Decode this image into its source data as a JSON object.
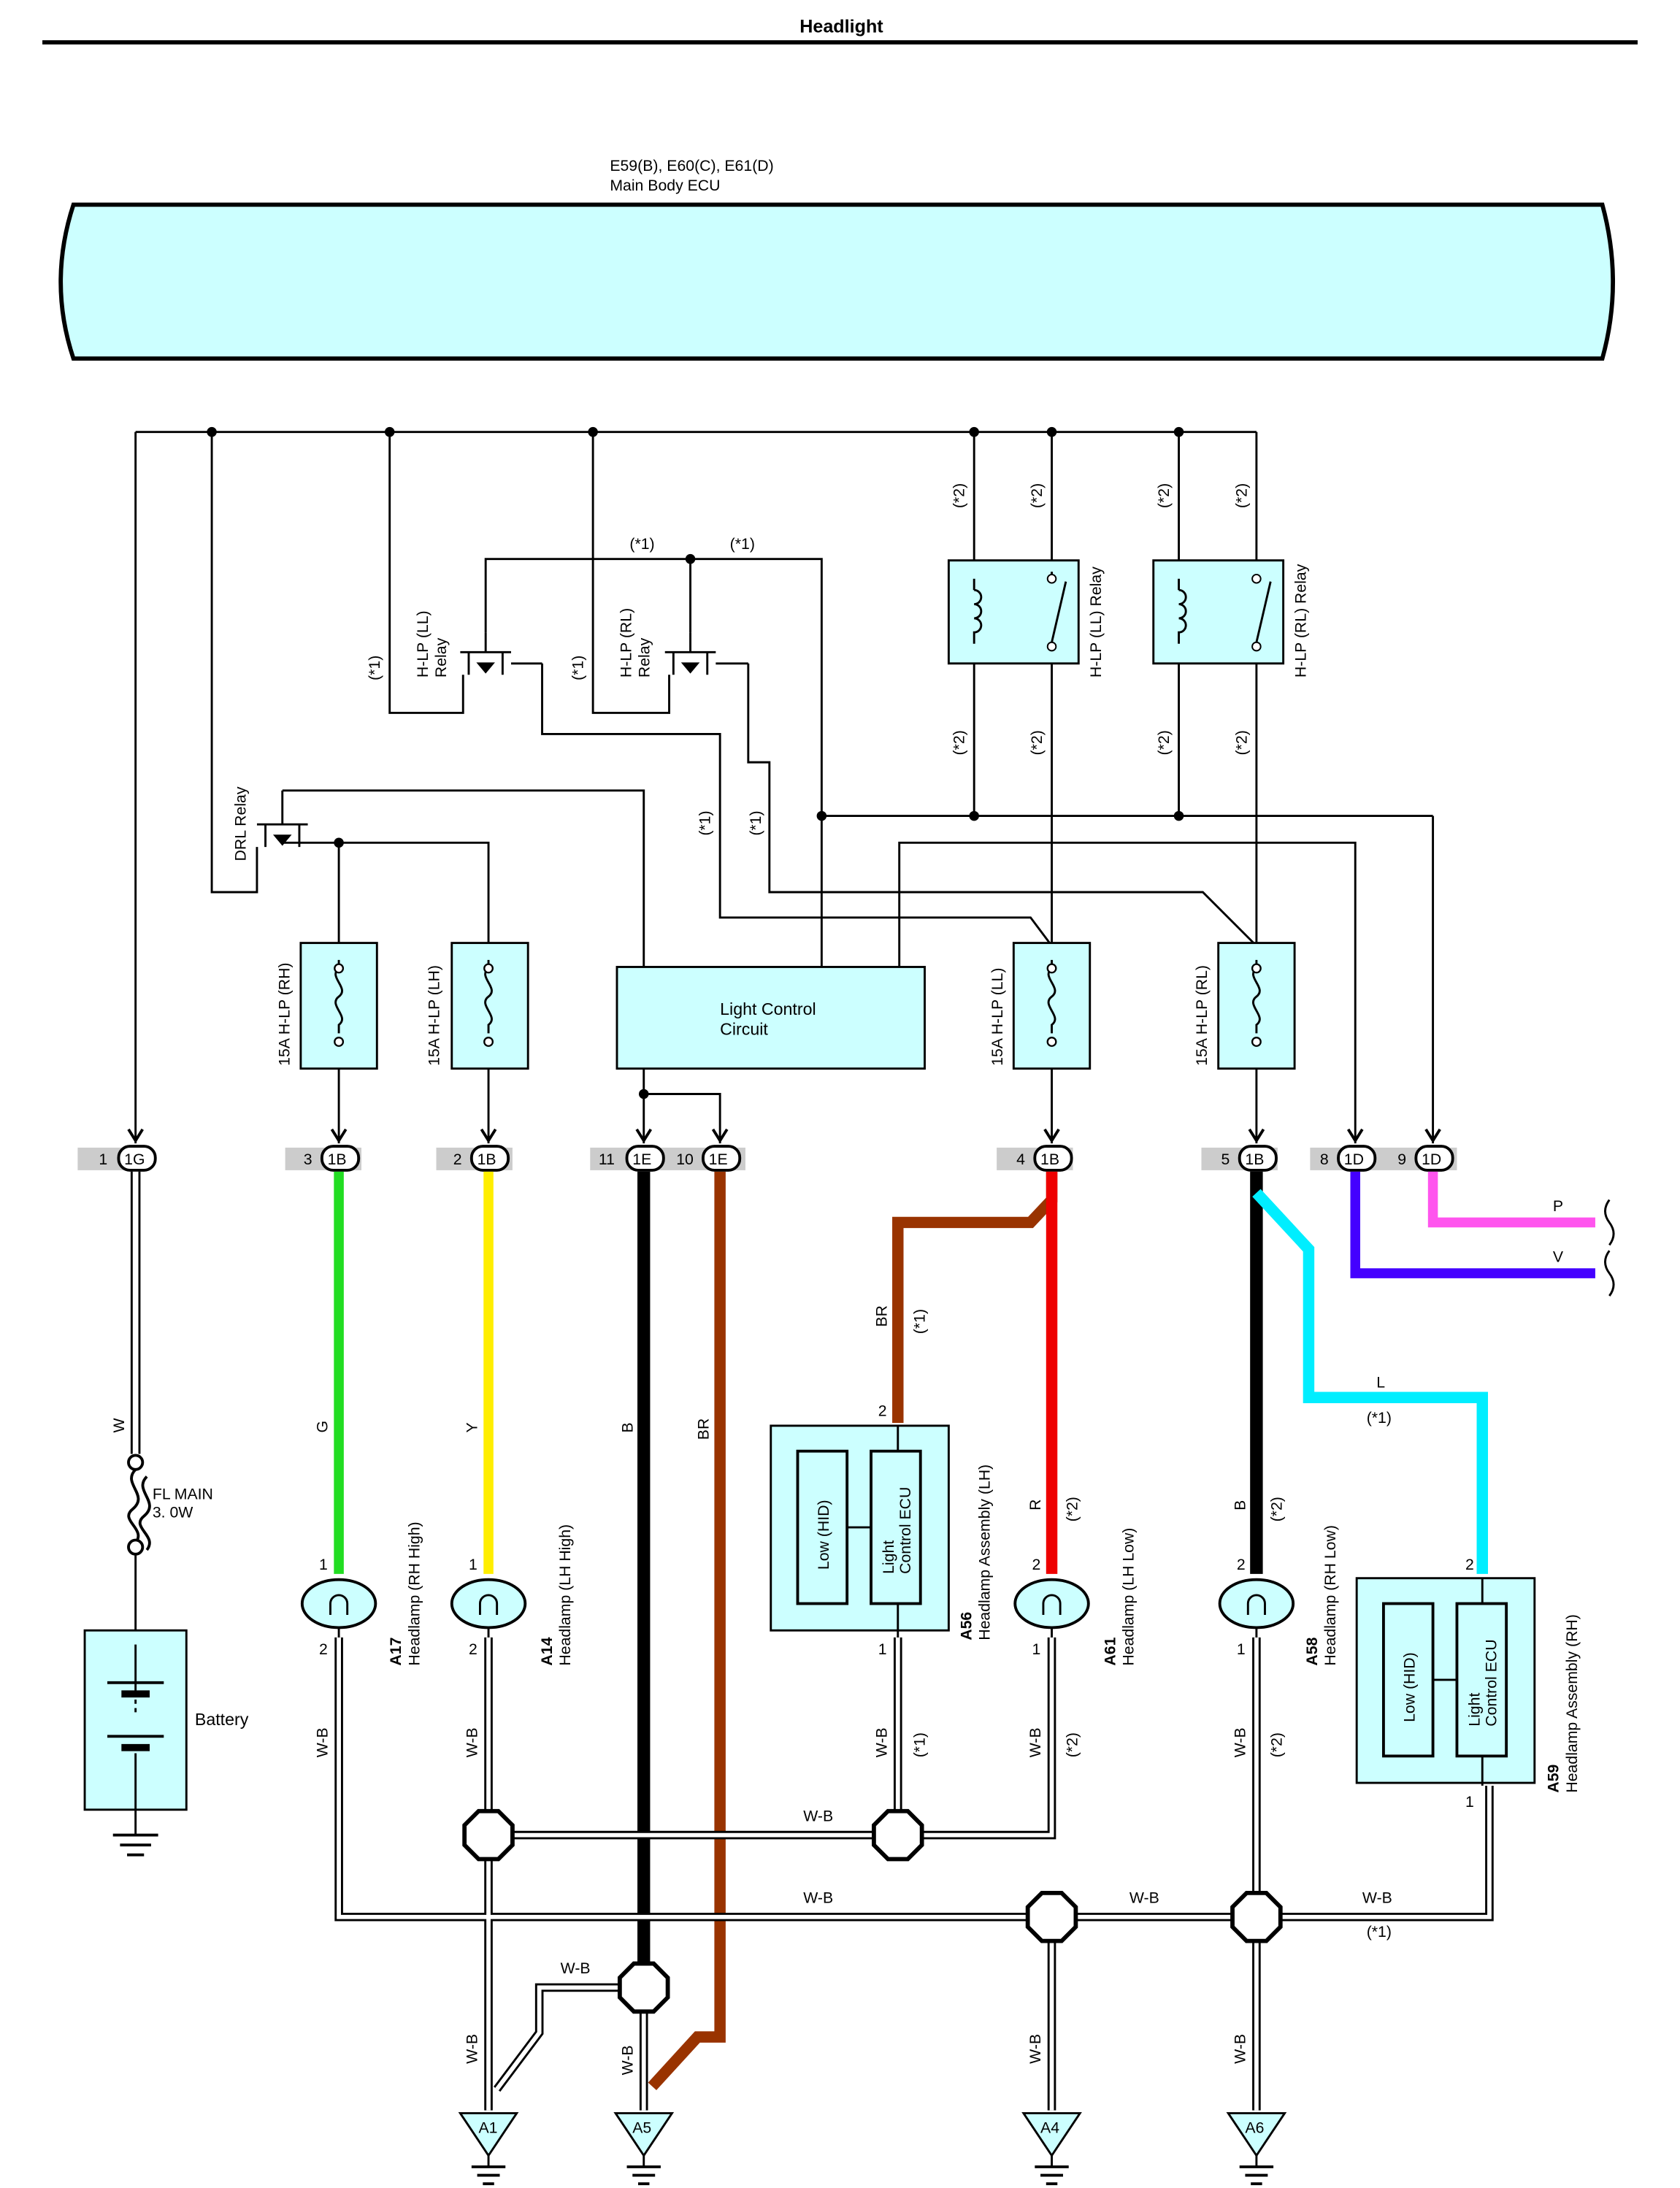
{
  "page_title": "Headlight",
  "ecu": {
    "codes": "E59(B), E60(C), E61(D)",
    "name": "Main Body ECU"
  },
  "light_control": {
    "line1": "Light Control",
    "line2": "Circuit"
  },
  "relays": {
    "drl": "DRL Relay",
    "hlp_ll_sw": {
      "line1": "H-LP (LL)",
      "line2": "Relay"
    },
    "hlp_rl_sw": {
      "line1": "H-LP (RL)",
      "line2": "Relay"
    },
    "hlp_ll_mech": "H-LP (LL) Relay",
    "hlp_rl_mech": "H-LP (RL) Relay"
  },
  "notes": {
    "n1": "(*1)",
    "n2": "(*2)"
  },
  "fuses": {
    "rh": "15A H-LP (RH)",
    "lh": "15A H-LP (LH)",
    "ll": "15A H-LP (LL)",
    "rl": "15A H-LP (RL)",
    "main_name": "FL MAIN",
    "main_rating": "3. 0W"
  },
  "battery": "Battery",
  "connectors": [
    {
      "pin": "1",
      "code": "1G"
    },
    {
      "pin": "3",
      "code": "1B"
    },
    {
      "pin": "2",
      "code": "1B"
    },
    {
      "pin": "11",
      "code": "1E"
    },
    {
      "pin": "10",
      "code": "1E"
    },
    {
      "pin": "4",
      "code": "1B"
    },
    {
      "pin": "5",
      "code": "1B"
    },
    {
      "pin": "8",
      "code": "1D"
    },
    {
      "pin": "9",
      "code": "1D"
    }
  ],
  "wire_colors": {
    "W": "W",
    "G": "G",
    "Y": "Y",
    "B": "B",
    "BR": "BR",
    "R": "R",
    "L": "L",
    "P": "P",
    "V": "V",
    "WB": "W-B"
  },
  "colors": {
    "ecu_fill": "#ccffff",
    "green": "#22dd22",
    "yellow": "#ffee00",
    "black": "#000000",
    "brown": "#993300",
    "red": "#ee0000",
    "cyan": "#00eeff",
    "pink": "#ff55ee",
    "violet": "#4400ff",
    "connector_band": "#cccccc"
  },
  "components": {
    "a17": {
      "code": "A17",
      "name": "Headlamp (RH High)"
    },
    "a14": {
      "code": "A14",
      "name": "Headlamp (LH High)"
    },
    "a56": {
      "code": "A56",
      "name": "Headlamp Assembly (LH)"
    },
    "a61": {
      "code": "A61",
      "name": "Headlamp (LH Low)"
    },
    "a58": {
      "code": "A58",
      "name": "Headlamp (RH Low)"
    },
    "a59": {
      "code": "A59",
      "name": "Headlamp Assembly (RH)"
    }
  },
  "assembly_labels": {
    "low_hid": "Low (HID)",
    "ecu_line1": "Light",
    "ecu_line2": "Control ECU"
  },
  "pins": {
    "p1": "1",
    "p2": "2"
  },
  "grounds": {
    "a1": "A1",
    "a5": "A5",
    "a4": "A4",
    "a6": "A6"
  }
}
